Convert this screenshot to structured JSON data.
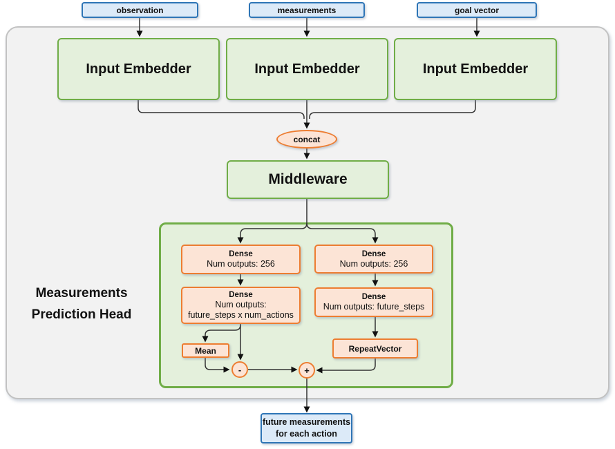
{
  "colors": {
    "blue_fill": "#DCEAF8",
    "blue_border": "#2E75B6",
    "green_fill": "#E4F0DC",
    "green_border": "#70AD47",
    "orange_fill": "#FCE4D6",
    "orange_border": "#ED7D31",
    "panel_fill": "#F2F2F2",
    "panel_border": "#C2C2C2",
    "line": "#333333"
  },
  "inputs": [
    {
      "label": "observation"
    },
    {
      "label": "measurements"
    },
    {
      "label": "goal vector"
    }
  ],
  "embedders": [
    {
      "label": "Input Embedder"
    },
    {
      "label": "Input Embedder"
    },
    {
      "label": "Input Embedder"
    }
  ],
  "concat": {
    "label": "concat"
  },
  "middleware": {
    "label": "Middleware"
  },
  "head": {
    "title_line1": "Measurements",
    "title_line2": "Prediction Head",
    "left": {
      "dense1": {
        "title": "Dense",
        "subtitle": "Num outputs: 256"
      },
      "dense2": {
        "title": "Dense",
        "subtitle_line1": "Num outputs:",
        "subtitle_line2": "future_steps x num_actions"
      },
      "mean": {
        "label": "Mean"
      },
      "op": {
        "label": "-"
      }
    },
    "right": {
      "dense1": {
        "title": "Dense",
        "subtitle": "Num outputs: 256"
      },
      "dense2": {
        "title": "Dense",
        "subtitle": "Num outputs: future_steps"
      },
      "repeat": {
        "label": "RepeatVector"
      },
      "op": {
        "label": "+"
      }
    }
  },
  "output": {
    "label_line1": "future measurements",
    "label_line2": "for each action"
  }
}
